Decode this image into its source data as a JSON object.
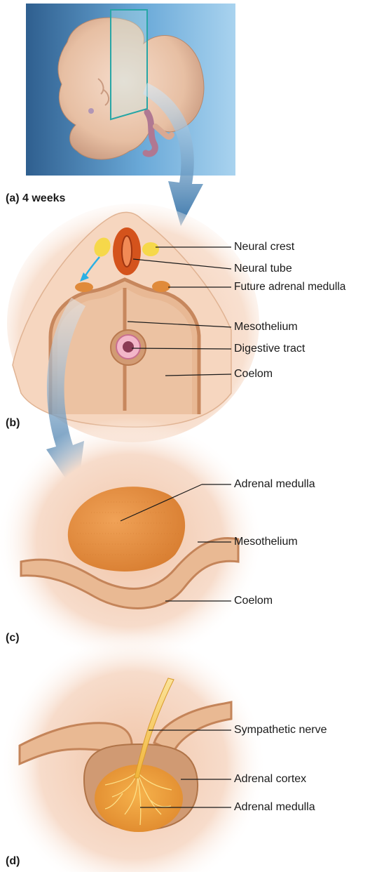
{
  "panels": {
    "a": {
      "label": "(a) 4 weeks"
    },
    "b": {
      "label": "(b)"
    },
    "c": {
      "label": "(c)"
    },
    "d": {
      "label": "(d)"
    }
  },
  "labels_b": {
    "neural_crest": "Neural crest",
    "neural_tube": "Neural tube",
    "future_adrenal_medulla": "Future adrenal medulla",
    "mesothelium": "Mesothelium",
    "digestive_tract": "Digestive tract",
    "coelom": "Coelom"
  },
  "labels_c": {
    "adrenal_medulla": "Adrenal medulla",
    "mesothelium": "Mesothelium",
    "coelom": "Coelom"
  },
  "labels_d": {
    "sympathetic_nerve": "Sympathetic nerve",
    "adrenal_cortex": "Adrenal cortex",
    "adrenal_medulla": "Adrenal medulla"
  },
  "colors": {
    "background_panel_a": "#5fa6d6",
    "embryo_skin": "#e9c3a8",
    "tissue_glow": "#f3d2bd",
    "body_wall": "#e9c09c",
    "mesothelium": "#c0845f",
    "medulla": "#e08a3a",
    "neural_tube": "#d4531c",
    "neural_crest": "#f6d84a",
    "nerve": "#f3c24c",
    "cortex": "#c58a63",
    "arrow_blue": "#3d7fb3",
    "migration_arrow": "#2ab0e4",
    "leader_line": "#1a1a1a"
  }
}
